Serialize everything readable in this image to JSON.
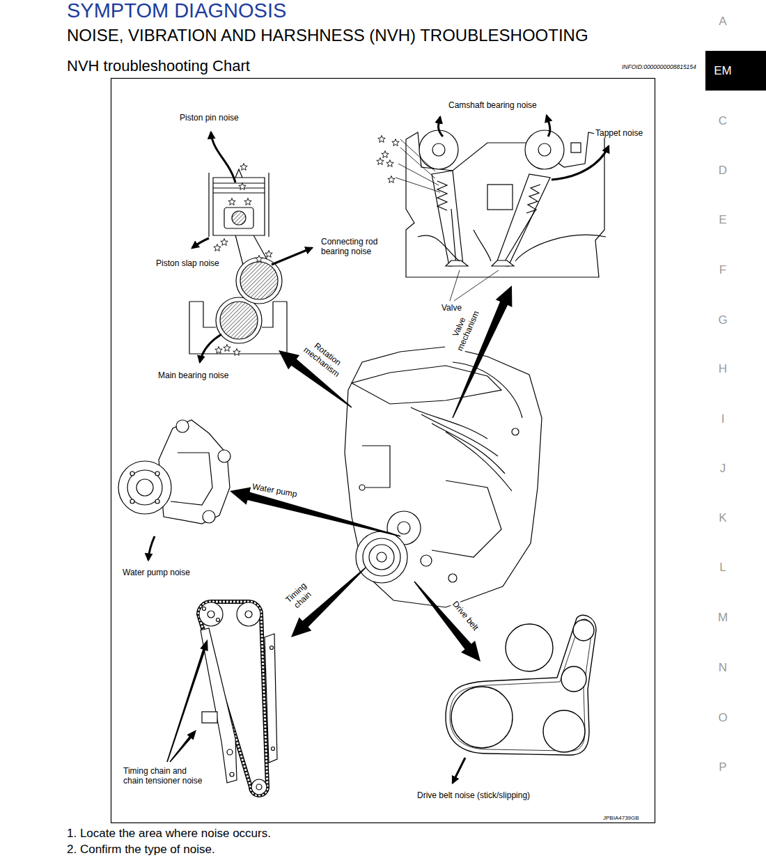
{
  "diagram": {
    "title": "SYMPTOM DIAGNOSIS",
    "labels": [
      "NOISE, VIBRATION AND HARSHNESS (NVH) TROUBLESHOOTING",
      "NVH troubleshooting Chart",
      "INFOID:0000000008815154",
      "A",
      "EM",
      "C",
      "D",
      "E",
      "F",
      "G",
      "H",
      "I",
      "J",
      "K",
      "L",
      "M",
      "N",
      "O",
      "P",
      "Camshaft bearing noise",
      "Piston pin noise",
      "Tappet noise",
      "Connecting rod bearing noise",
      "Piston slap noise",
      "Valve",
      "Valve mechanism",
      "Rotation mechanism",
      "Main bearing noise",
      "Water pump",
      "Water pump noise",
      "Timing chain",
      "Drive belt",
      "Timing chain and chain tensioner noise",
      "Drive belt noise (stick/slipping)",
      "JPBIA4739GB",
      "1. Locate the area where noise occurs.",
      "2. Confirm the type of noise."
    ]
  }
}
